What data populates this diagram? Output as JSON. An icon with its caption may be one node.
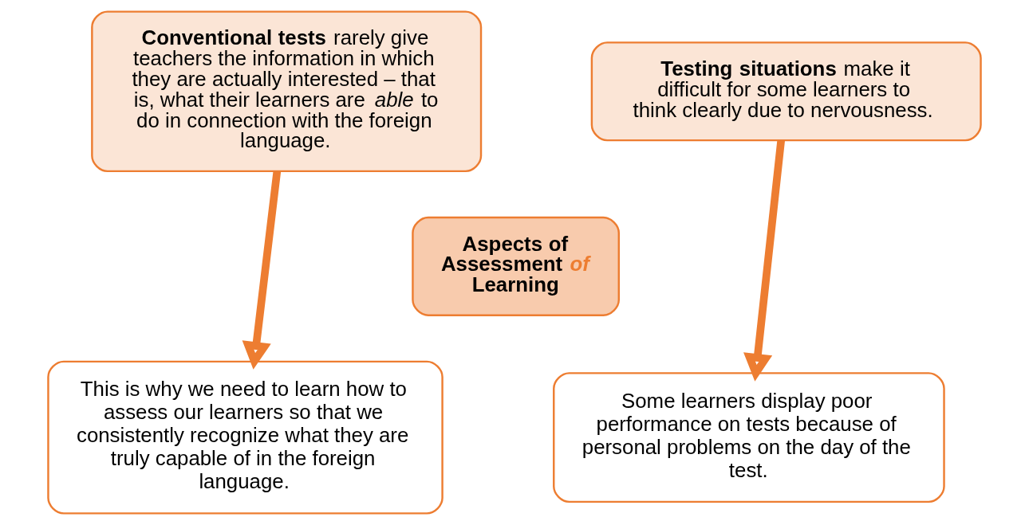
{
  "diagram": {
    "nodes": [
      {
        "text": [
          "**Conventional tests** rarely give teachers the information in which they are actually interested – that is, what their learners are *able* to do in connection with the foreign language."
        ]
      },
      {
        "text": [
          "**Testing situations** make it difficult for some learners to think clearly due to nervousness."
        ]
      },
      {
        "text": [
          "Aspects of Assessment *of* Learning"
        ]
      },
      {
        "text": [
          "This is why we need to learn how to assess our learners so that we consistently recognize what they are truly capable of in the foreign language."
        ]
      },
      {
        "text": [
          "Some learners display poor performance on tests because of personal problems on the day of the test."
        ]
      }
    ],
    "edges": [
      {
        "from": 0,
        "to": 3,
        "arrow": "to"
      },
      {
        "from": 1,
        "to": 4,
        "arrow": "to"
      }
    ]
  }
}
